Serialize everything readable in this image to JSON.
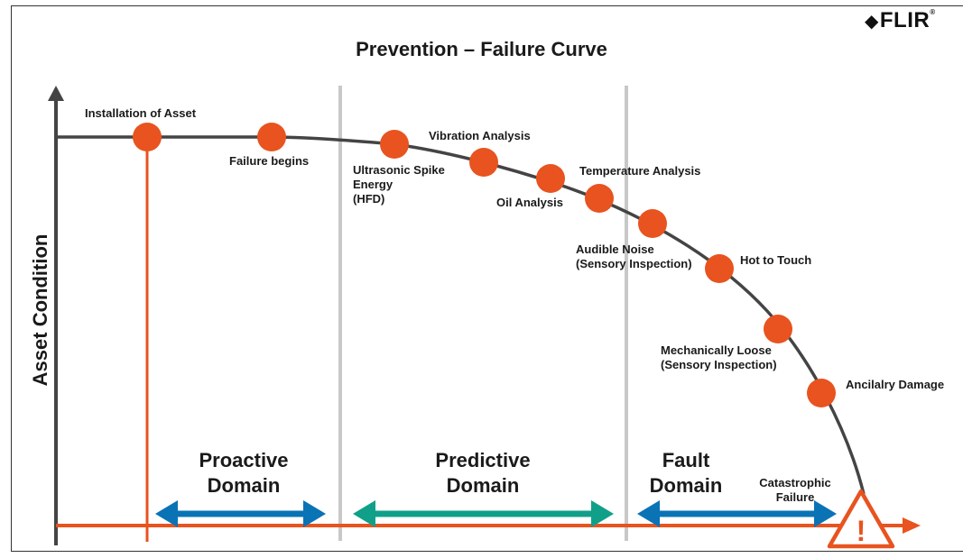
{
  "brand": {
    "name": "FLIR",
    "mark": "◆",
    "reg": "®"
  },
  "title": "Prevention – Failure Curve",
  "y_axis_label": "Asset Condition",
  "stages": [
    {
      "label": "Installation of Asset"
    },
    {
      "label": "Failure begins"
    },
    {
      "label": "Ultrasonic Spike",
      "line2": "Energy",
      "line3": "(HFD)"
    },
    {
      "label": "Vibration Analysis"
    },
    {
      "label": "Oil Analysis"
    },
    {
      "label": "Temperature Analysis"
    },
    {
      "label": "Audible Noise",
      "line2": "(Sensory Inspection)"
    },
    {
      "label": "Hot to Touch"
    },
    {
      "label": "Mechanically Loose",
      "line2": "(Sensory Inspection)"
    },
    {
      "label": "Ancilalry Damage"
    }
  ],
  "domains": [
    {
      "line1": "Proactive",
      "line2": "Domain",
      "color": "#0a73b5"
    },
    {
      "line1": "Predictive",
      "line2": "Domain",
      "color": "#10a08a"
    },
    {
      "line1": "Fault",
      "line2": "Domain",
      "color": "#0a73b5"
    }
  ],
  "catastrophic": {
    "line1": "Catastrophic",
    "line2": "Failure",
    "symbol": "!"
  },
  "colors": {
    "curve": "#444444",
    "dot": "#e8531f",
    "axis_x": "#e8531f",
    "axis_y": "#444444",
    "divider": "#c8c8c8"
  }
}
